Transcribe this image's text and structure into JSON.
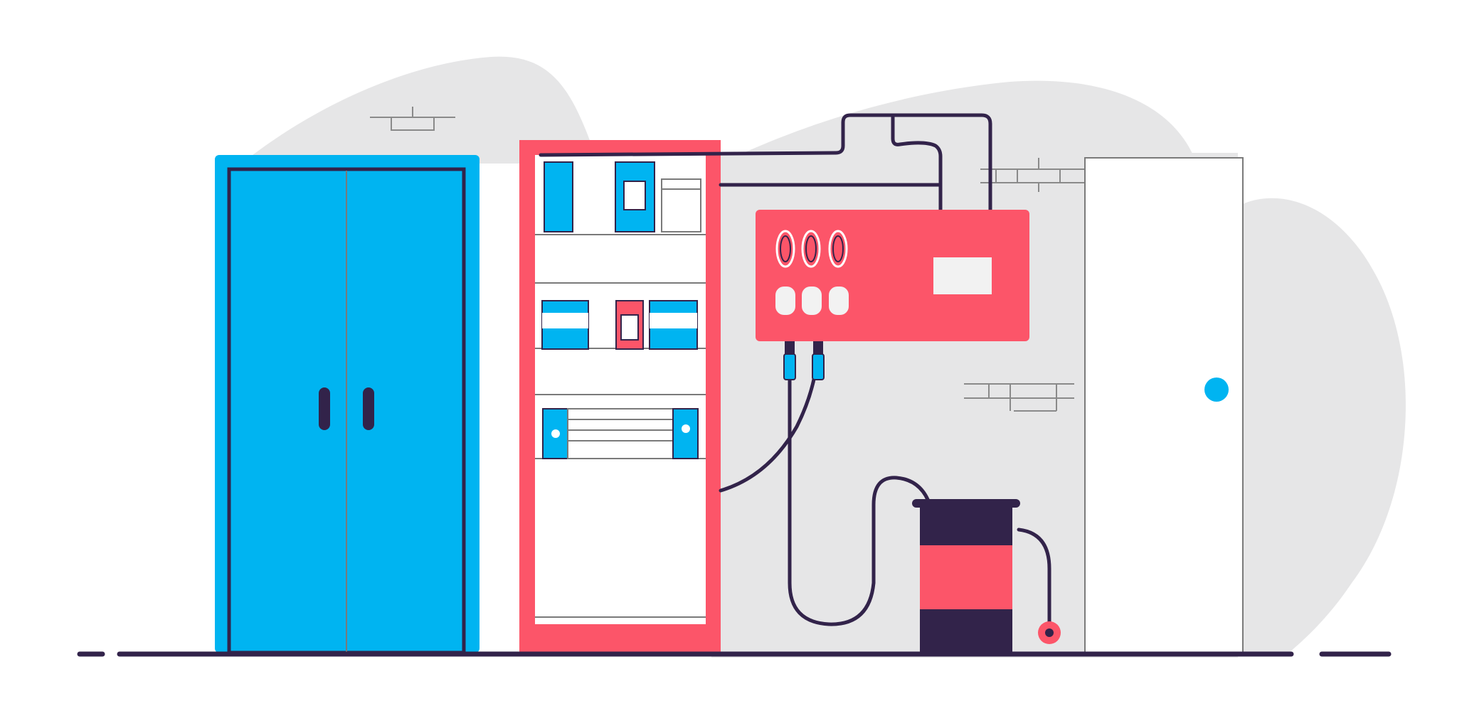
{
  "colors": {
    "background": "#ffffff",
    "backdrop": "#e6e6e7",
    "outline": "#32234a",
    "blue": "#00b4f1",
    "red": "#fc5569",
    "white": "#ffffff",
    "brick_line": "#8a8a8a"
  },
  "scene": {
    "objects": [
      "wall-cloud-backdrop",
      "blue-double-door-cabinet",
      "red-electrical-panel-cabinet",
      "red-wall-control-box",
      "cable-pipes",
      "dark-red-striped-tank",
      "white-door",
      "floor-line"
    ]
  }
}
